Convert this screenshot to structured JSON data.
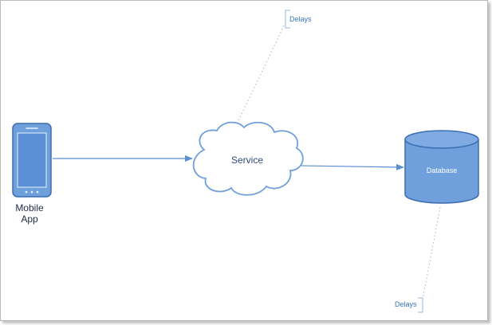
{
  "diagram": {
    "nodes": {
      "mobile_app": {
        "label_line1": "Mobile",
        "label_line2": "App"
      },
      "service": {
        "label": "Service"
      },
      "database": {
        "label": "Database"
      }
    },
    "annotations": {
      "delays_top": "Delays",
      "delays_bottom": "Delays"
    },
    "edges": [
      {
        "from": "mobile_app",
        "to": "service",
        "style": "solid-arrow"
      },
      {
        "from": "service",
        "to": "database",
        "style": "solid-arrow"
      }
    ],
    "colors": {
      "shape_fill": "#6fa0dc",
      "shape_stroke": "#3c6db3",
      "line": "#5b8fd0",
      "cloud_stroke": "#6fa0dc",
      "callout_line": "#9ab6dc"
    }
  }
}
